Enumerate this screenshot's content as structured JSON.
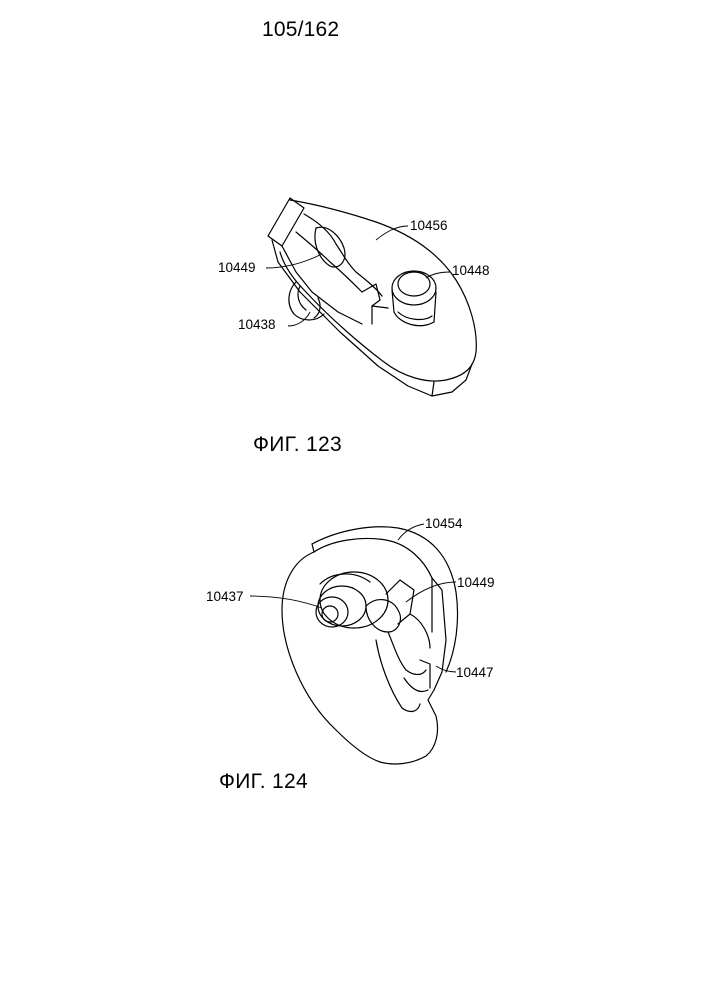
{
  "page": {
    "number": "105/162"
  },
  "figures": [
    {
      "caption": "ФИГ. 123",
      "labels": {
        "a": "10456",
        "b": "10449",
        "c": "10448",
        "d": "10438"
      }
    },
    {
      "caption": "ФИГ. 124",
      "labels": {
        "a": "10454",
        "b": "10437",
        "c": "10449",
        "d": "10447"
      }
    }
  ]
}
